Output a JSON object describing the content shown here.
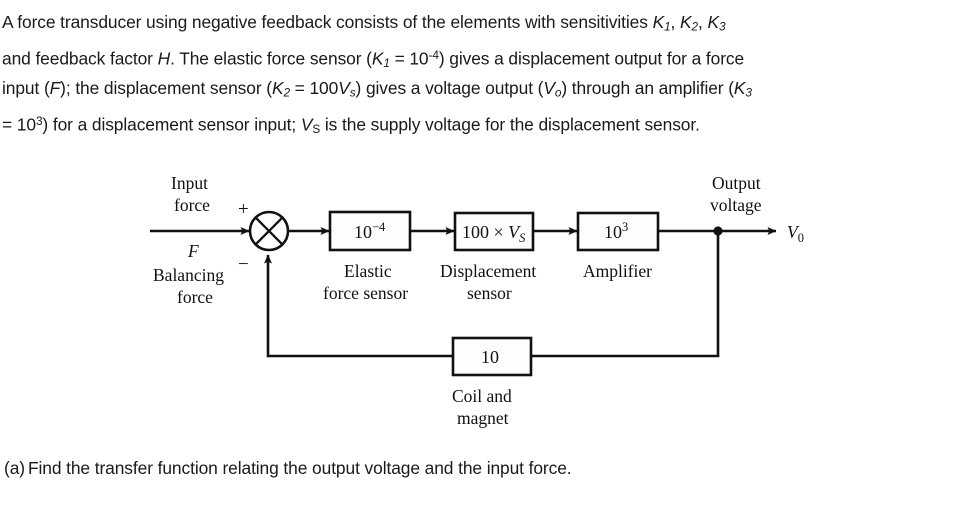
{
  "problem": {
    "lines": [
      "A force transducer using negative feedback consists of the elements with sensitivities K1, K2, K3",
      "and feedback factor H. The elastic force sensor (K1 = 10-4) gives a displacement output for a force",
      "input (F); the displacement sensor (K2 = 100Vs) gives a voltage output (Vo) through an amplifier (K3",
      "= 103) for a displacement sensor input; Vs is the supply voltage for the displacement sensor."
    ],
    "segments": {
      "l1_a": "A force transducer using negative feedback consists of the elements with sensitivities ",
      "l1_k1": "K",
      "l1_k1s": "1",
      "l1_sep1": ", ",
      "l1_k2": "K",
      "l1_k2s": "2",
      "l1_sep2": ", ",
      "l1_k3": "K",
      "l1_k3s": "3",
      "l2_a": "and feedback factor ",
      "l2_h": "H",
      "l2_b": ". The elastic force sensor (",
      "l2_k1": "K",
      "l2_k1s": "1",
      "l2_eq": " = 10",
      "l2_exp": "-4",
      "l2_c": ") gives a displacement output for a force",
      "l3_a": "input (",
      "l3_f": "F",
      "l3_b": "); the displacement sensor (",
      "l3_k2": "K",
      "l3_k2s": "2",
      "l3_eq": " = 100",
      "l3_vs": "V",
      "l3_vss": "s",
      "l3_c": ") gives a voltage output (",
      "l3_vo": "V",
      "l3_vos": "o",
      "l3_d": ") through an amplifier (",
      "l3_k3": "K",
      "l3_k3s": "3",
      "l4_eq": "= 10",
      "l4_exp": "3",
      "l4_a": ") for a displacement sensor input; ",
      "l4_vs": "V",
      "l4_vss": "S",
      "l4_b": " is the supply voltage for the displacement sensor."
    }
  },
  "diagram": {
    "labels": {
      "input_force_line1": "Input",
      "input_force_line2": "force",
      "input_symbol": "F",
      "balancing_line1": "Balancing",
      "balancing_line2": "force",
      "plus_sign": "+",
      "minus_sign": "−",
      "output_voltage_line1": "Output",
      "output_voltage_line2": "voltage",
      "output_symbol_v": "V",
      "output_symbol_sub": "0"
    },
    "blocks": [
      {
        "id": "elastic-force-sensor",
        "value_main": "10",
        "value_exp": "−4",
        "caption_line1": "Elastic",
        "caption_line2": "force sensor"
      },
      {
        "id": "displacement-sensor",
        "value_main": "100 × ",
        "value_italic": "V",
        "value_sub": "S",
        "caption_line1": "Displacement",
        "caption_line2": "sensor"
      },
      {
        "id": "amplifier",
        "value_main": "10",
        "value_exp": "3",
        "caption_line1": "Amplifier",
        "caption_line2": ""
      },
      {
        "id": "coil-and-magnet",
        "value_main": "10",
        "value_exp": "",
        "caption_line1": "Coil and",
        "caption_line2": "magnet"
      }
    ],
    "colors": {
      "line": "#111111",
      "block_fill": "#fdfdfd",
      "block_stroke": "#111111"
    }
  },
  "question": {
    "label": "(a)",
    "text": "Find the transfer function relating the output voltage and the input force."
  }
}
